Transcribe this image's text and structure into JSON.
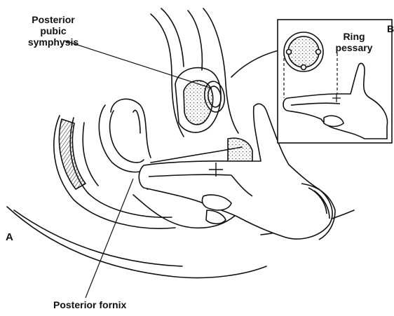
{
  "labels": {
    "posterior_pubic_symphysis": [
      "Posterior",
      "pubic",
      "symphysis"
    ],
    "posterior_fornix": "Posterior fornix",
    "ring_pessary": [
      "Ring",
      "pessary"
    ],
    "panel_a": "A",
    "panel_b": "B"
  },
  "colors": {
    "ink": "#111111",
    "background": "#ffffff",
    "stipple": "#555555"
  }
}
